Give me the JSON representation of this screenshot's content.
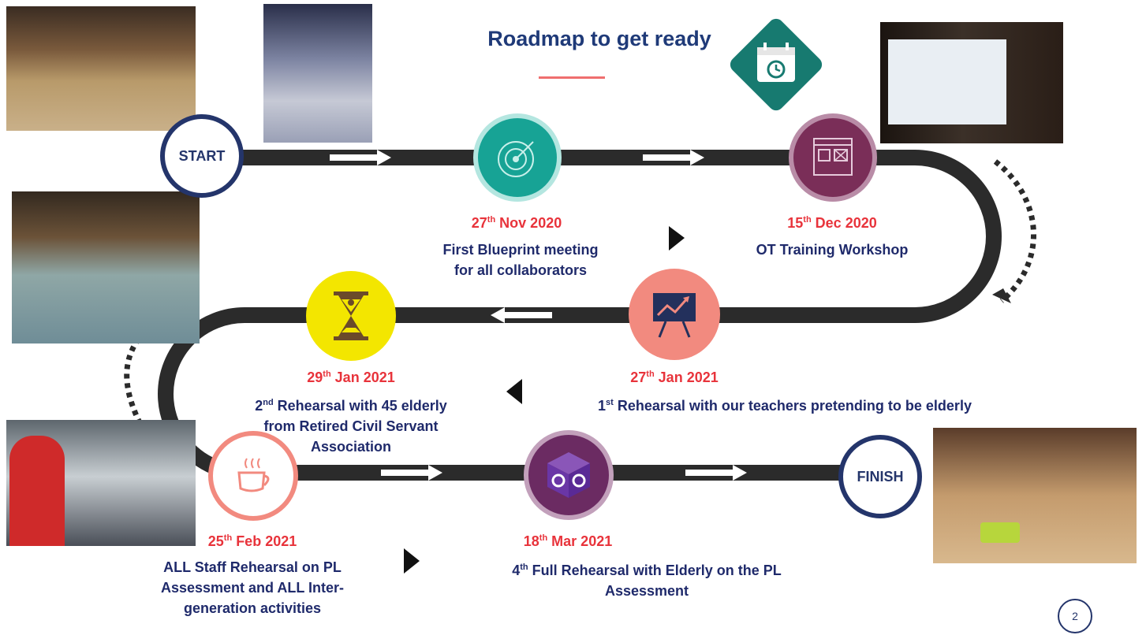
{
  "title": "Roadmap to get ready",
  "start_label": "START",
  "finish_label": "FINISH",
  "page_number": "2",
  "colors": {
    "title": "#1f3a78",
    "date": "#e8333b",
    "desc": "#1f2a6b",
    "road": "#2b2b2b",
    "accent_line": "#ef6f6f"
  },
  "milestones": [
    {
      "date_day": "27",
      "date_suffix": "th",
      "date_rest": " Nov 2020",
      "lines": [
        "First Blueprint meeting",
        "for all collaborators"
      ],
      "icon": "target-icon",
      "color": "#17a395"
    },
    {
      "date_day": "15",
      "date_suffix": "th",
      "date_rest": " Dec 2020",
      "lines": [
        "OT Training Workshop"
      ],
      "icon": "workshop-window-icon",
      "color": "#7a2e58"
    },
    {
      "date_day": "27",
      "date_suffix": "th",
      "date_rest": " Jan 2021",
      "line_num": "1",
      "line_sup": "st",
      "line_rest": " Rehearsal with our teachers pretending to be elderly",
      "icon": "presentation-chart-icon",
      "color": "#f28a7f"
    },
    {
      "date_day": "29",
      "date_suffix": "th",
      "date_rest": " Jan 2021",
      "line_num": "2",
      "line_sup": "nd",
      "line_rest": " Rehearsal with 45 elderly",
      "lines": [
        "from Retired Civil Servant",
        "Association"
      ],
      "icon": "hourglass-icon",
      "color": "#f3e600"
    },
    {
      "date_day": "25",
      "date_suffix": "th",
      "date_rest": " Feb 2021",
      "lines": [
        "ALL Staff Rehearsal on PL",
        "Assessment and ALL Inter-",
        "generation activities"
      ],
      "icon": "coffee-cup-icon",
      "color": "#f28a7f"
    },
    {
      "date_day": "18",
      "date_suffix": "th",
      "date_rest": " Mar 2021",
      "line_num": "4",
      "line_sup": "th",
      "line_rest": " Full Rehearsal with Elderly on the PL",
      "lines": [
        "Assessment"
      ],
      "icon": "gear-cube-icon",
      "color": "#6b2b62"
    }
  ]
}
